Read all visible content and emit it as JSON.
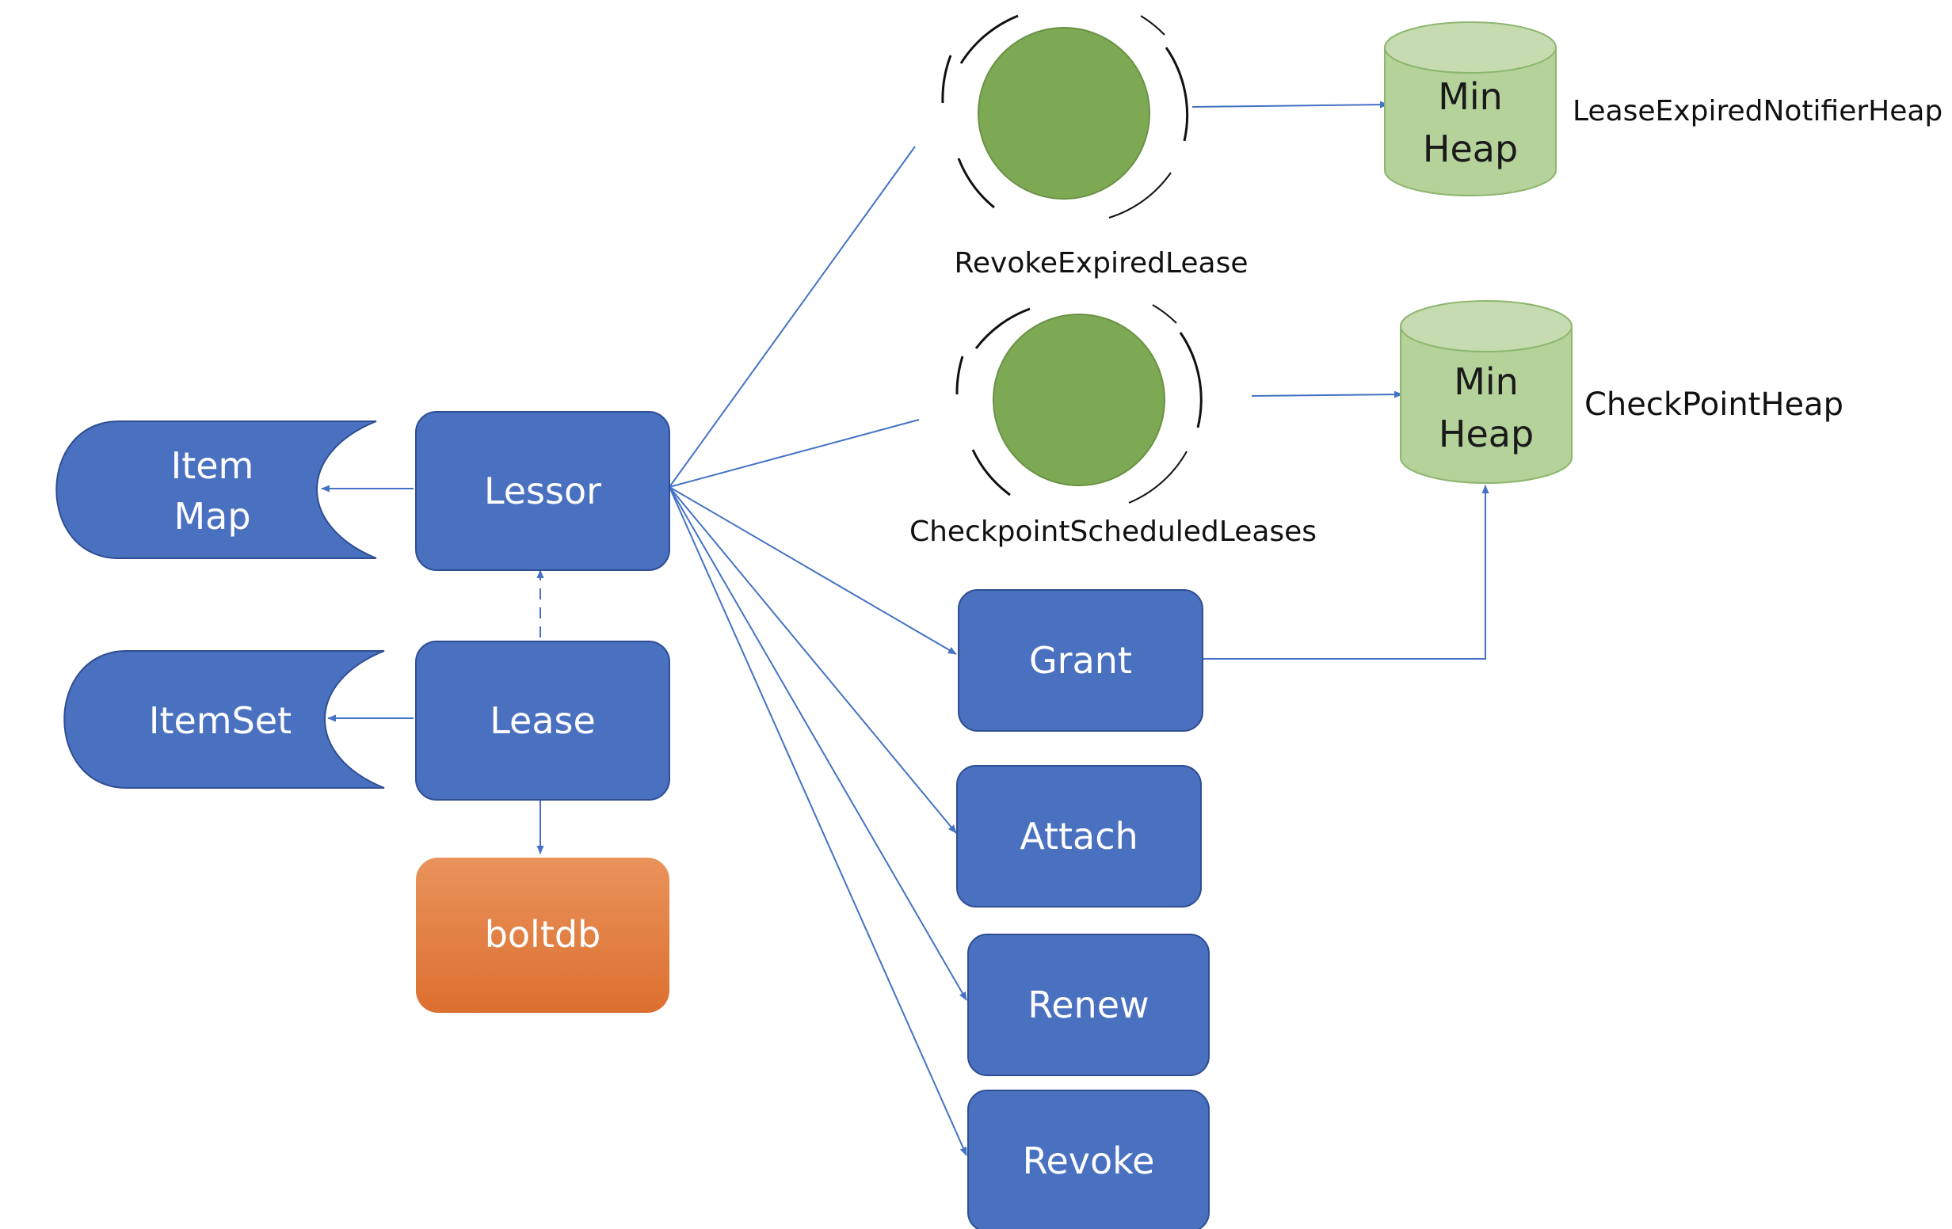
{
  "colors": {
    "blue_fill": "#4a70c0",
    "blue_stroke": "#2f4e93",
    "green_fill": "#7ea954",
    "heap_fill": "#b4d29a",
    "heap_stroke": "#8db66f",
    "orange_top": "#e9935c",
    "orange_bottom": "#dc6f2f",
    "edge": "#4472c4"
  },
  "nodes": {
    "item_map": {
      "line1": "Item",
      "line2": "Map"
    },
    "item_set": {
      "label": "ItemSet"
    },
    "lessor": {
      "label": "Lessor"
    },
    "lease": {
      "label": "Lease"
    },
    "boltdb": {
      "label": "boltdb"
    },
    "grant": {
      "label": "Grant"
    },
    "attach": {
      "label": "Attach"
    },
    "renew": {
      "label": "Renew"
    },
    "revoke": {
      "label": "Revoke"
    },
    "revoke_expired_lease": {
      "label": "RevokeExpiredLease"
    },
    "checkpoint_scheduled_leases": {
      "label": "CheckpointScheduledLeases"
    },
    "min_heap_1": {
      "line1": "Min",
      "line2": "Heap",
      "caption": "LeaseExpiredNotifierHeap"
    },
    "min_heap_2": {
      "line1": "Min",
      "line2": "Heap",
      "caption": "CheckPointHeap"
    }
  }
}
